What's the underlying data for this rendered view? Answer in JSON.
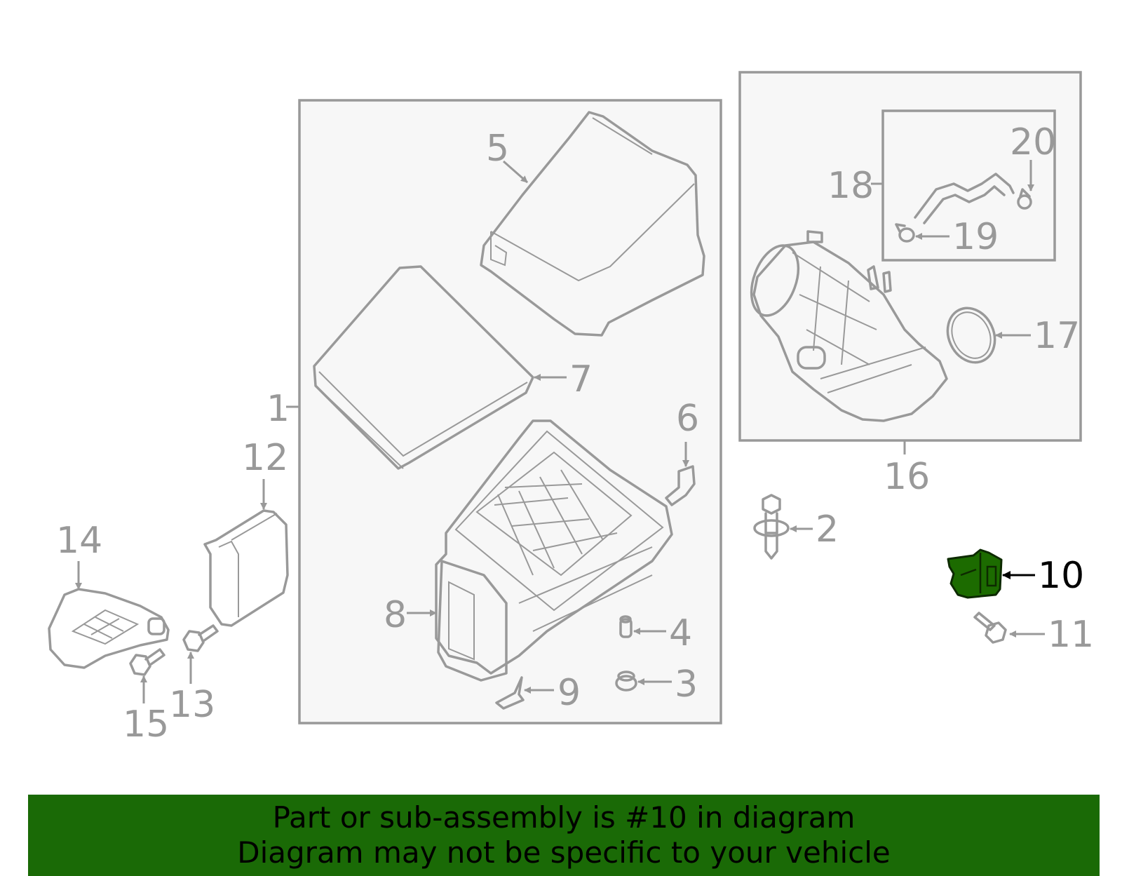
{
  "colors": {
    "line": "#999999",
    "highlight_fill": "#1c6b00",
    "banner_bg": "#1a6a06",
    "panel_bg": "#f7f7f7",
    "text_dark": "#000000"
  },
  "diagram": {
    "highlighted_part": "10",
    "callouts": [
      "1",
      "2",
      "3",
      "4",
      "5",
      "6",
      "7",
      "8",
      "9",
      "10",
      "11",
      "12",
      "13",
      "14",
      "15",
      "16",
      "17",
      "18",
      "19",
      "20"
    ]
  },
  "banner": {
    "line1": "Part or sub-assembly is #10 in diagram",
    "line2": "Diagram may not be specific to your vehicle"
  }
}
